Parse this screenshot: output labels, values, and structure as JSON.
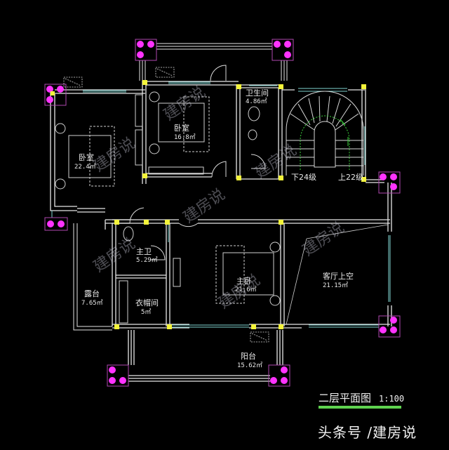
{
  "drawing": {
    "title": "二层平面图",
    "scale": "1:100",
    "colors": {
      "background": "#000000",
      "wall": "#e6e6e6",
      "window": "#7fd3d0",
      "column": "#ff33ff",
      "column_box": "#b048b0",
      "joint": "#f4f43a",
      "title_underline": "#5fd34f",
      "stair_arrow": "#3bd43b"
    }
  },
  "rooms": [
    {
      "name": "卧室",
      "area": "22.4㎡"
    },
    {
      "name": "卧室",
      "area": "16.8㎡"
    },
    {
      "name": "卫生间",
      "area": "4.86㎡"
    },
    {
      "name": "主卫",
      "area": "5.29㎡"
    },
    {
      "name": "主卧",
      "area": "21.6㎡"
    },
    {
      "name": "客厅上空",
      "area": "21.15㎡"
    },
    {
      "name": "露台",
      "area": "7.65㎡"
    },
    {
      "name": "衣帽间",
      "area": "5㎡"
    },
    {
      "name": "阳台",
      "area": "15.62㎡"
    }
  ],
  "stairs": {
    "down_label": "下24级",
    "up_label": "上22级"
  },
  "watermark": "建房说",
  "footer": {
    "text": "头条号 /建房说"
  }
}
